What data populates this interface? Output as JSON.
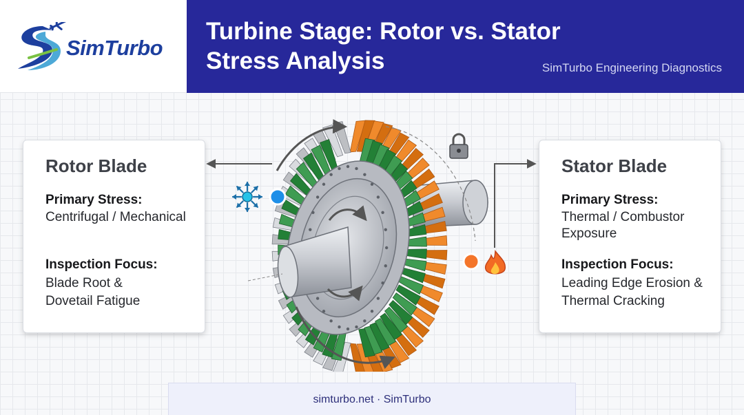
{
  "brand": {
    "name": "SimTurbo"
  },
  "header": {
    "title": "Turbine Stage: Rotor vs. Stator Stress Analysis",
    "subtitle": "SimTurbo Engineering Diagnostics"
  },
  "rotor": {
    "heading": "Rotor Blade",
    "stress_label": "Primary Stress:",
    "stress_value": "Centrifugal / Mechanical",
    "focus_label": "Inspection Focus:",
    "focus_value": "Blade Root & Dovetail Fatigue"
  },
  "stator": {
    "heading": "Stator Blade",
    "stress_label": "Primary Stress:",
    "stress_value": "Thermal / Combustor Exposure",
    "focus_label": "Inspection Focus:",
    "focus_value": "Leading Edge Erosion & Thermal Cracking"
  },
  "footer": {
    "text": "simturbo.net · SimTurbo"
  },
  "icons": [
    "airplane-icon",
    "centrifugal-burst-icon",
    "lock-icon",
    "flame-icon"
  ],
  "colors": {
    "header_bg": "#27289a",
    "rotor_blade": "#3f9c52",
    "stator_blade": "#f08a2c",
    "rotor_marker": "#1e8fe8",
    "stator_marker": "#f4752a"
  }
}
